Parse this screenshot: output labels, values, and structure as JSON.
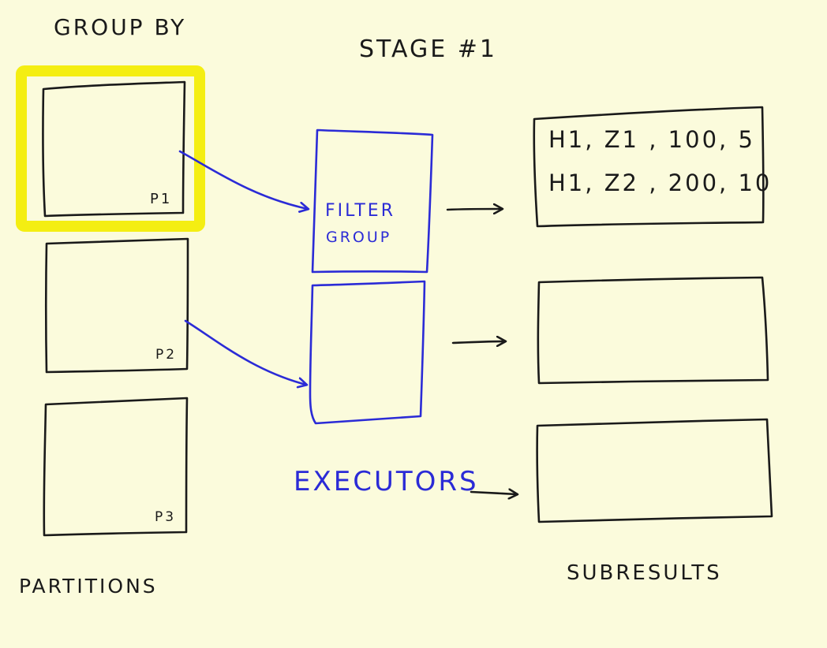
{
  "title_group_by": "GROUP BY",
  "title_stage": "STAGE #1",
  "partitions": {
    "label": "PARTITIONS",
    "items": [
      {
        "tag": "P1",
        "highlighted": true
      },
      {
        "tag": "P2",
        "highlighted": false
      },
      {
        "tag": "P3",
        "highlighted": false
      }
    ]
  },
  "executors": {
    "label": "EXECUTORS",
    "boxes": [
      {
        "text_line1": "FILTER",
        "text_line2": "GROUP"
      },
      {
        "text_line1": "",
        "text_line2": ""
      }
    ]
  },
  "subresults": {
    "label": "SUBRESULTS",
    "boxes": [
      {
        "rows": [
          "H1, Z1 , 100, 5",
          "H1, Z2 , 200, 10"
        ]
      },
      {
        "rows": []
      },
      {
        "rows": []
      }
    ]
  },
  "colors": {
    "background": "#fbfbdc",
    "ink_black": "#1a1a1a",
    "ink_blue": "#2b2bd6",
    "highlight_yellow": "#f4ee12"
  }
}
